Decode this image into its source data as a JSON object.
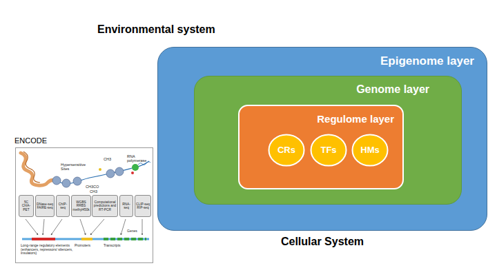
{
  "diagram": {
    "nodes": [
      {
        "text": [
          "Epigenome layer",
          "Cellular System"
        ]
      },
      {
        "text": [
          "Genome layer"
        ],
        "in": 0
      },
      {
        "text": [
          "Regulome layer"
        ],
        "in": 1
      },
      {
        "text": [
          "CRs"
        ],
        "in": 2
      },
      {
        "text": [
          "TFs"
        ],
        "in": 2
      },
      {
        "text": [
          "HMs"
        ],
        "in": 2
      },
      {
        "text": [
          "ENCODE"
        ]
      },
      {
        "text": [
          "5C ChIA-PET"
        ],
        "in": 6
      },
      {
        "text": [
          "DNase-seq FAIRE-seq"
        ],
        "in": 6
      },
      {
        "text": [
          "ChIP-seq"
        ],
        "in": 6
      },
      {
        "text": [
          "WGBS RRBS methyl450k"
        ],
        "in": 6
      },
      {
        "text": [
          "Computational predictions and RT-PCR"
        ],
        "in": 6
      },
      {
        "text": [
          "RNA-seq"
        ],
        "in": 6
      },
      {
        "text": [
          "CLIP-seq RIP-seq"
        ],
        "in": 6
      }
    ],
    "labels": [
      "Environmental system",
      "Hypersensitive Sites",
      "CH3",
      "CH3CO",
      "CH3",
      "RNA polymerase",
      "Genes",
      "Long-range regulatory elements (enhancers, repressors/ silencers, insulators)",
      "Promoters",
      "Transcripts"
    ]
  }
}
